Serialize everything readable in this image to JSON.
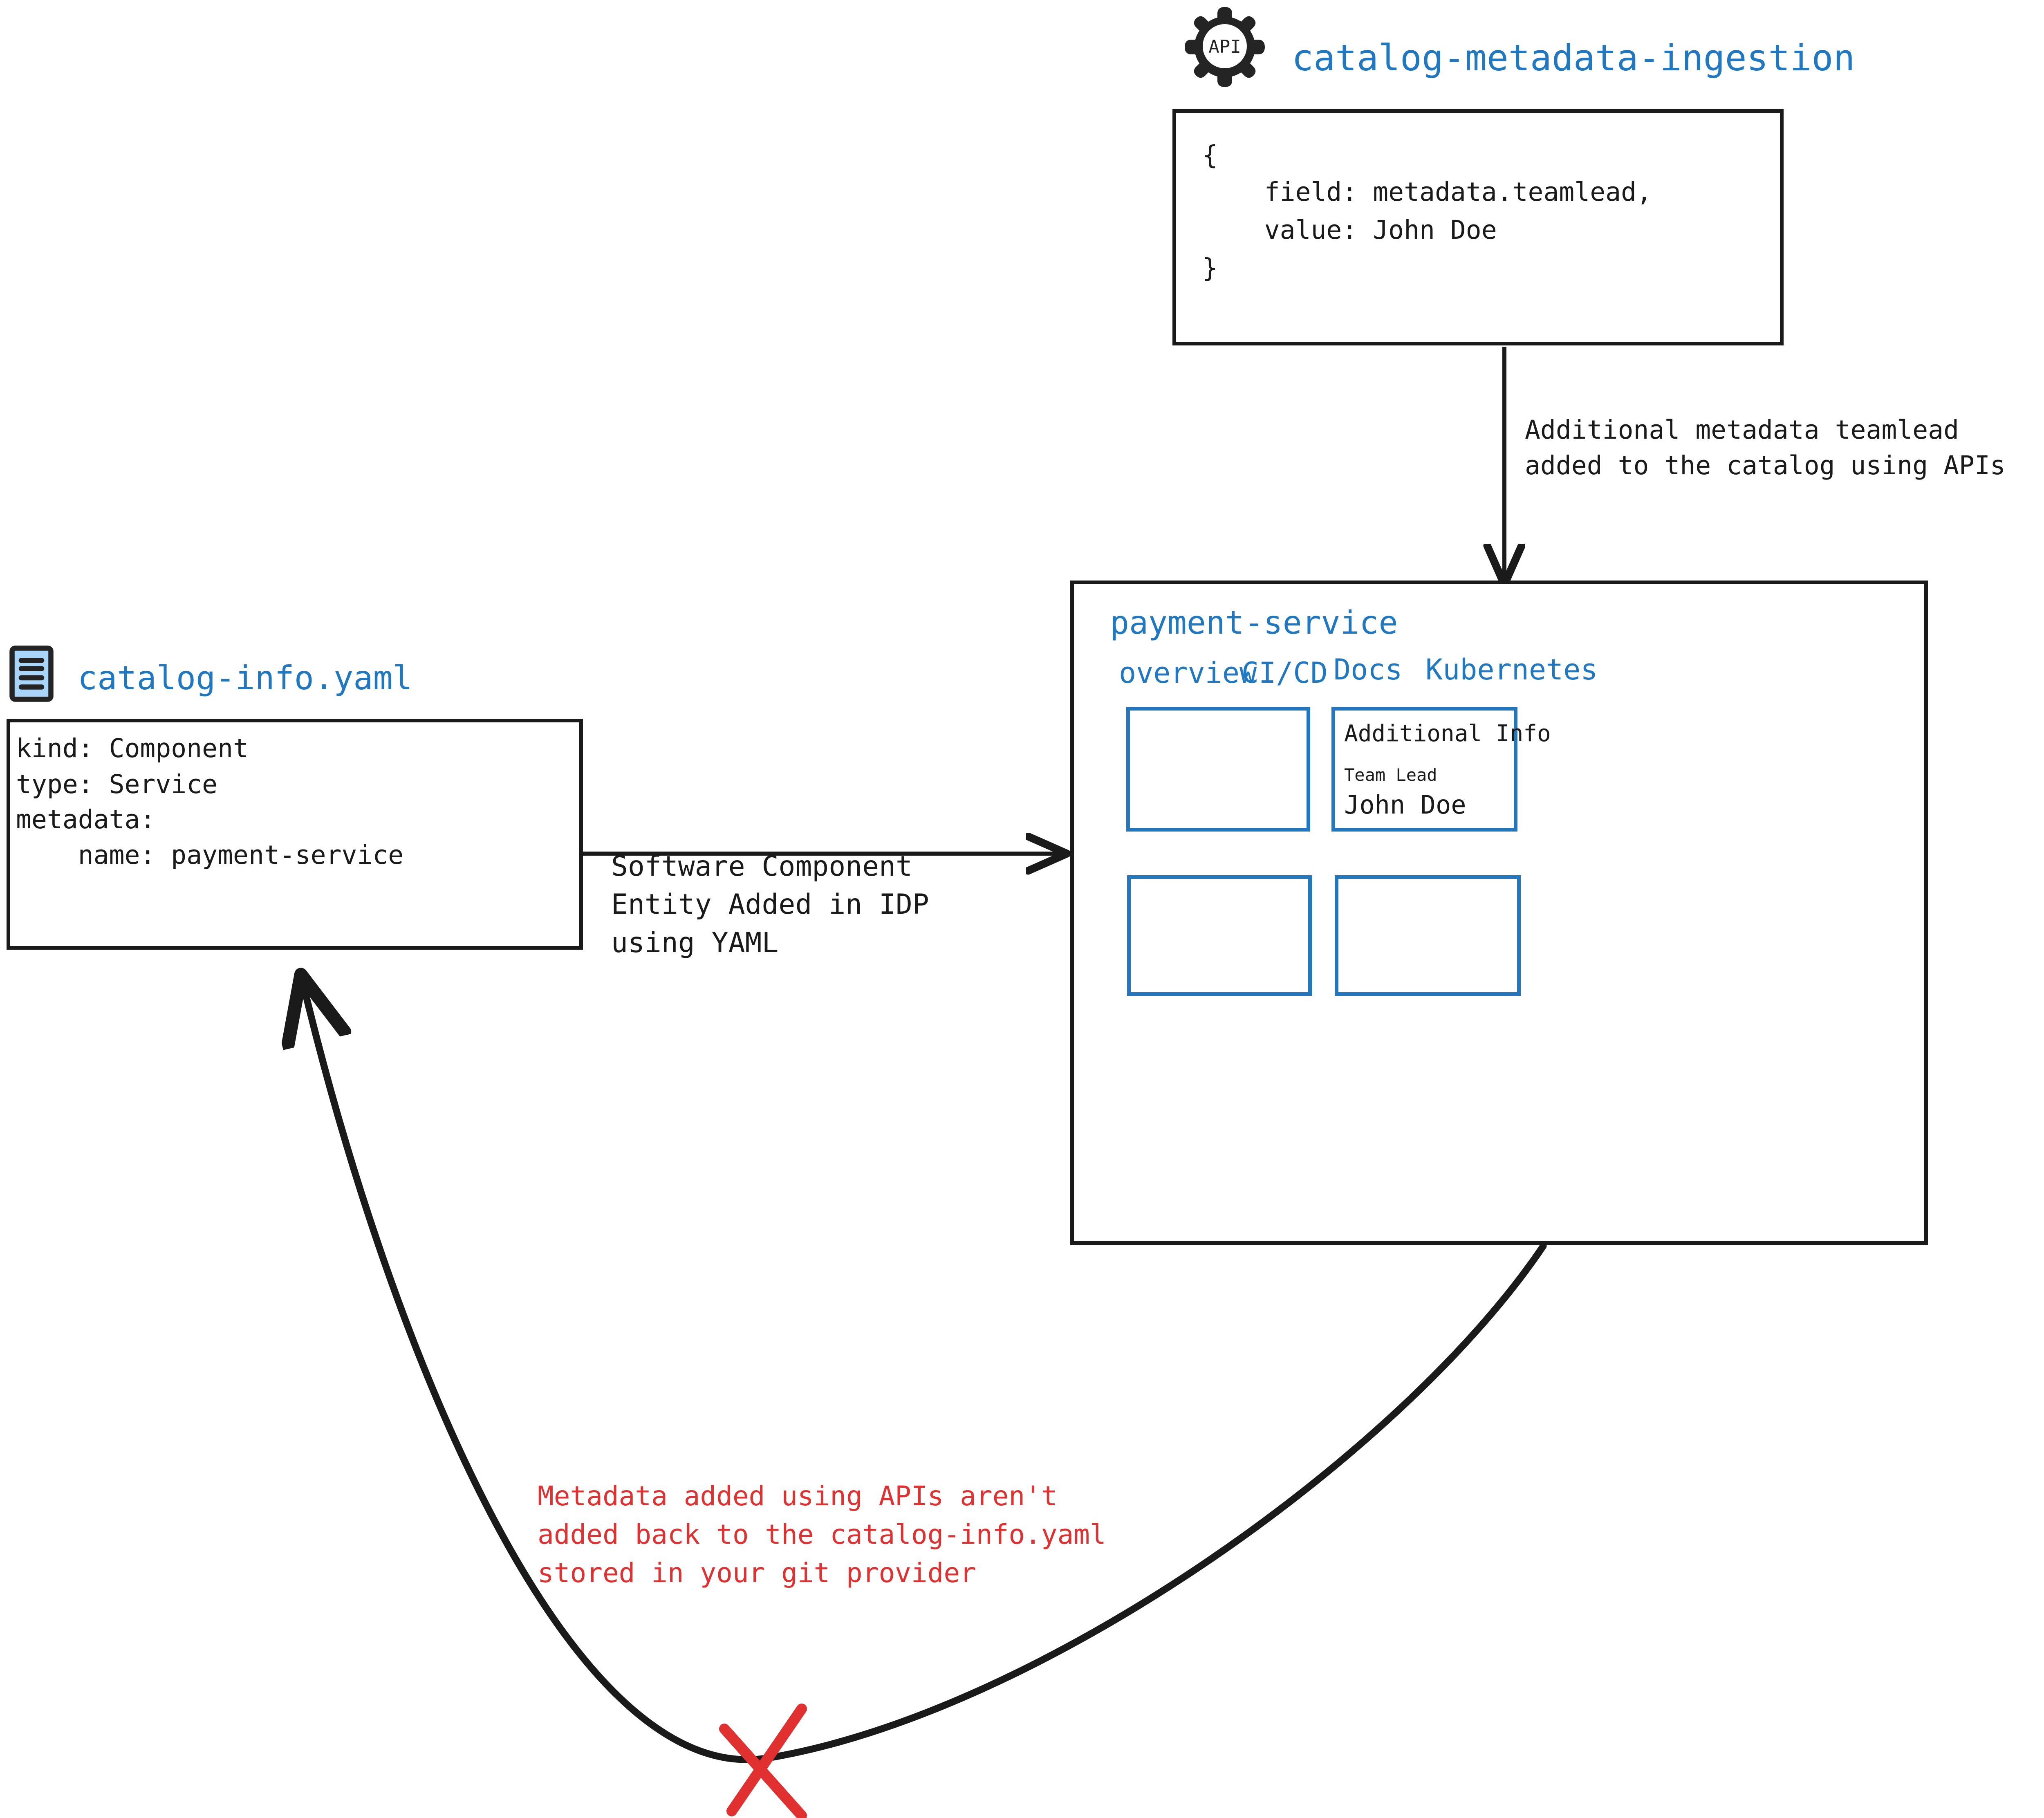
{
  "api_node": {
    "icon": "api-gear-icon",
    "icon_label": "API",
    "title": "catalog-metadata-ingestion",
    "payload_lines": [
      "{",
      "    field: metadata.teamlead,",
      "    value: John Doe",
      "}"
    ]
  },
  "api_edge": {
    "label_lines": [
      "Additional metadata teamlead",
      "added to the catalog using APIs"
    ]
  },
  "yaml_node": {
    "icon": "yaml-file-icon",
    "title": "catalog-info.yaml",
    "content_lines": [
      "kind: Component",
      "type: Service",
      "metadata:",
      "    name: payment-service"
    ]
  },
  "yaml_edge": {
    "label_lines": [
      "Software Component",
      "Entity Added in IDP",
      "using YAML"
    ]
  },
  "idp_panel": {
    "title": "payment-service",
    "tabs": [
      {
        "label": "overview"
      },
      {
        "label": "CI/CD"
      },
      {
        "label": "Docs"
      },
      {
        "label": "Kubernetes"
      }
    ],
    "cards": [
      {
        "name": "empty-card-top-left",
        "heading": "",
        "field_label": "",
        "field_value": ""
      },
      {
        "name": "additional-info-card",
        "heading": "Additional Info",
        "field_label": "Team Lead",
        "field_value": "John Doe"
      },
      {
        "name": "empty-card-bottom-left",
        "heading": "",
        "field_label": "",
        "field_value": ""
      },
      {
        "name": "empty-card-bottom-right",
        "heading": "",
        "field_label": "",
        "field_value": ""
      }
    ]
  },
  "warning": {
    "mark": "red-x-mark",
    "text_lines": [
      "Metadata added using APIs aren't",
      "added back to the catalog-info.yaml",
      "stored in your git provider"
    ]
  },
  "colors": {
    "accent_blue": "#1f78c1",
    "ink": "#1a1a1a",
    "warning_red": "#e03030",
    "icon_fill": "#a8d5f8"
  }
}
